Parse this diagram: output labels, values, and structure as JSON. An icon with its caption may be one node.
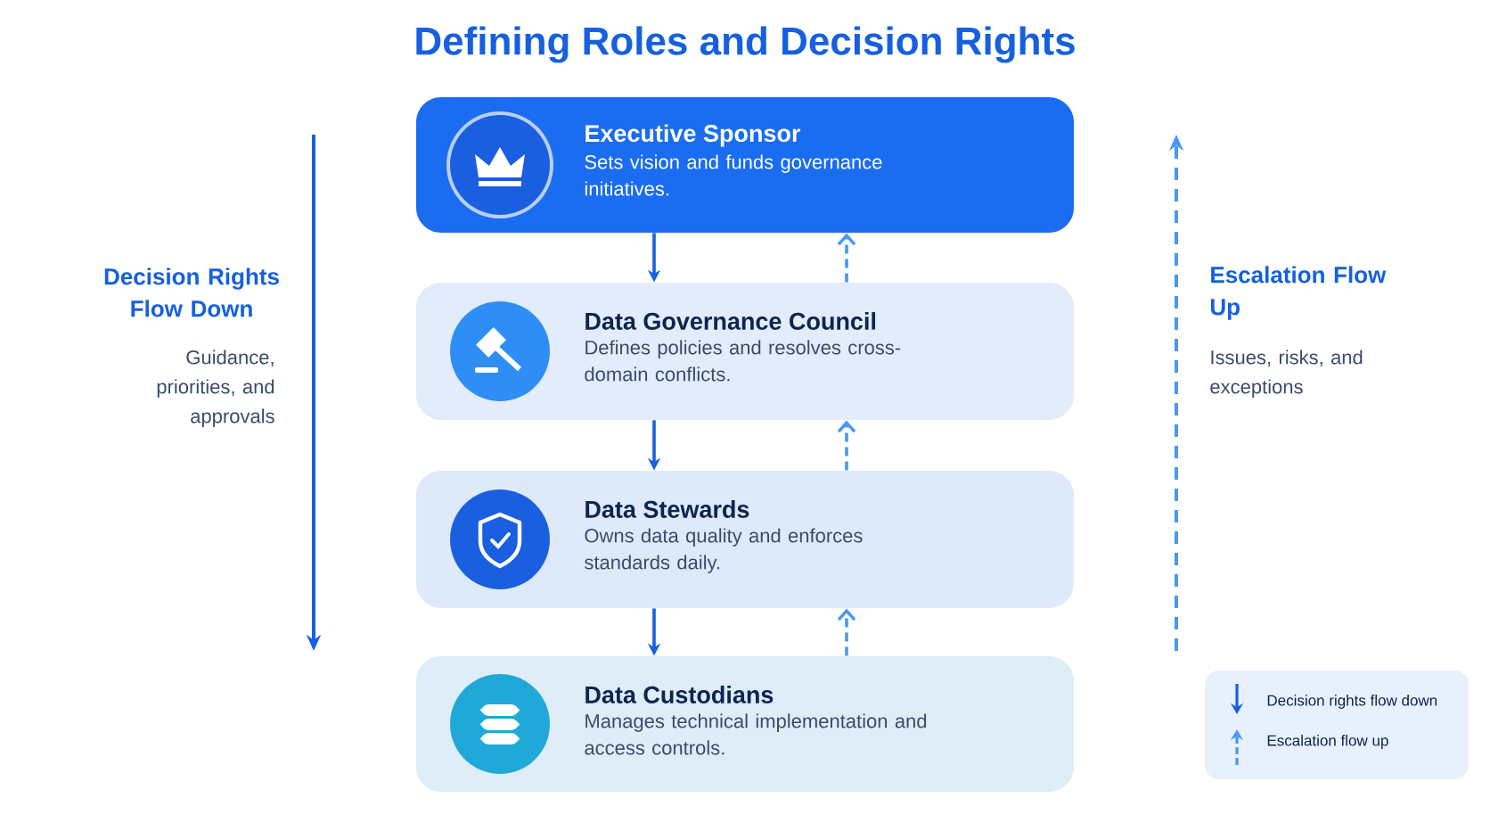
{
  "diagram": {
    "title": "Defining Roles and Decision Rights",
    "nodes": [
      {
        "text": [
          "Executive Sponsor",
          "Sets vision and funds governance initiatives."
        ]
      },
      {
        "text": [
          "Data Governance Council",
          "Defines policies and resolves cross-domain conflicts."
        ]
      },
      {
        "text": [
          "Data Stewards",
          "Owns data quality and enforces standards daily."
        ]
      },
      {
        "text": [
          "Data Custodians",
          "Manages technical implementation and access controls."
        ]
      }
    ],
    "edges": [
      {
        "from": 0,
        "to": 1,
        "arrow": "to"
      },
      {
        "from": 1,
        "to": 0,
        "arrow": "to",
        "style": "dashed"
      },
      {
        "from": 1,
        "to": 2,
        "arrow": "to"
      },
      {
        "from": 2,
        "to": 1,
        "arrow": "to",
        "style": "dashed"
      },
      {
        "from": 2,
        "to": 3,
        "arrow": "to"
      },
      {
        "from": 3,
        "to": 2,
        "arrow": "to",
        "style": "dashed"
      }
    ],
    "labels": [
      "Decision Rights Flow Down",
      "Guidance, priorities, and approvals",
      "Escalation Flow Up",
      "Issues, risks, and exceptions"
    ],
    "legend": [
      {
        "text": "Decision rights flow down"
      },
      {
        "text": "Escalation flow up"
      }
    ]
  }
}
